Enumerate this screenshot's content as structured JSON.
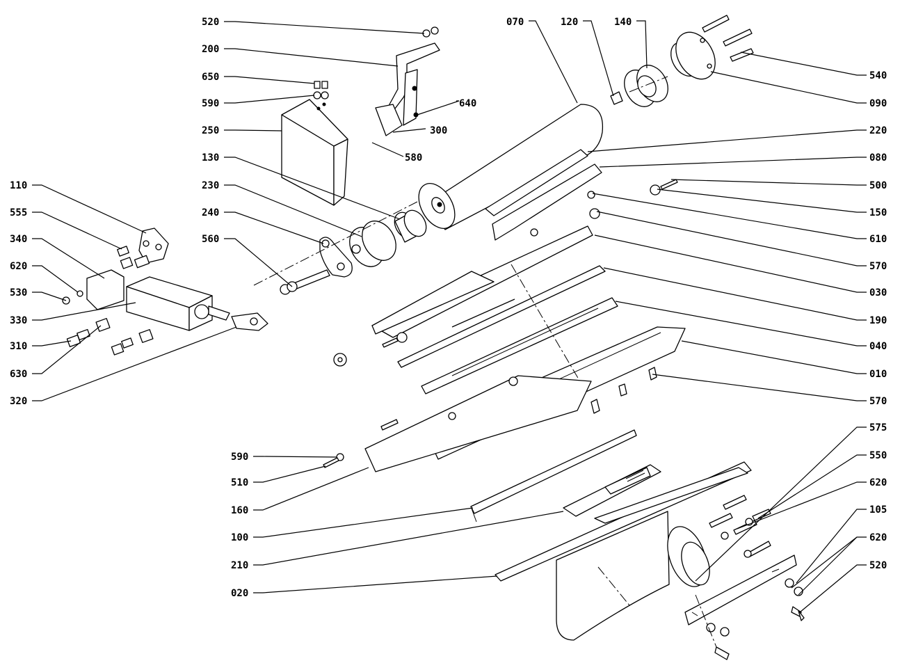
{
  "diagram": {
    "callouts_left": [
      {
        "id": "110",
        "label": "110"
      },
      {
        "id": "555",
        "label": "555"
      },
      {
        "id": "340",
        "label": "340"
      },
      {
        "id": "620a",
        "label": "620"
      },
      {
        "id": "530",
        "label": "530"
      },
      {
        "id": "330",
        "label": "330"
      },
      {
        "id": "310",
        "label": "310"
      },
      {
        "id": "630",
        "label": "630"
      },
      {
        "id": "320",
        "label": "320"
      }
    ],
    "callouts_center_left": [
      {
        "id": "520a",
        "label": "520"
      },
      {
        "id": "200",
        "label": "200"
      },
      {
        "id": "650",
        "label": "650"
      },
      {
        "id": "590a",
        "label": "590"
      },
      {
        "id": "250",
        "label": "250"
      },
      {
        "id": "130",
        "label": "130"
      },
      {
        "id": "230",
        "label": "230"
      },
      {
        "id": "240",
        "label": "240"
      },
      {
        "id": "560",
        "label": "560"
      }
    ],
    "callouts_inline": [
      {
        "id": "640",
        "label": "640"
      },
      {
        "id": "300",
        "label": "300"
      },
      {
        "id": "580",
        "label": "580"
      }
    ],
    "callouts_top": [
      {
        "id": "070",
        "label": "070"
      },
      {
        "id": "120",
        "label": "120"
      },
      {
        "id": "140",
        "label": "140"
      }
    ],
    "callouts_right": [
      {
        "id": "540",
        "label": "540"
      },
      {
        "id": "090",
        "label": "090"
      },
      {
        "id": "220",
        "label": "220"
      },
      {
        "id": "080",
        "label": "080"
      },
      {
        "id": "500",
        "label": "500"
      },
      {
        "id": "150",
        "label": "150"
      },
      {
        "id": "610",
        "label": "610"
      },
      {
        "id": "570a",
        "label": "570"
      },
      {
        "id": "030",
        "label": "030"
      },
      {
        "id": "190",
        "label": "190"
      },
      {
        "id": "040",
        "label": "040"
      },
      {
        "id": "010",
        "label": "010"
      },
      {
        "id": "570b",
        "label": "570"
      },
      {
        "id": "575",
        "label": "575"
      },
      {
        "id": "550",
        "label": "550"
      },
      {
        "id": "620b",
        "label": "620"
      },
      {
        "id": "105",
        "label": "105"
      },
      {
        "id": "620c",
        "label": "620"
      },
      {
        "id": "520b",
        "label": "520"
      }
    ],
    "callouts_bottom_left": [
      {
        "id": "590b",
        "label": "590"
      },
      {
        "id": "510",
        "label": "510"
      },
      {
        "id": "160",
        "label": "160"
      },
      {
        "id": "100",
        "label": "100"
      },
      {
        "id": "210",
        "label": "210"
      },
      {
        "id": "020",
        "label": "020"
      }
    ]
  }
}
